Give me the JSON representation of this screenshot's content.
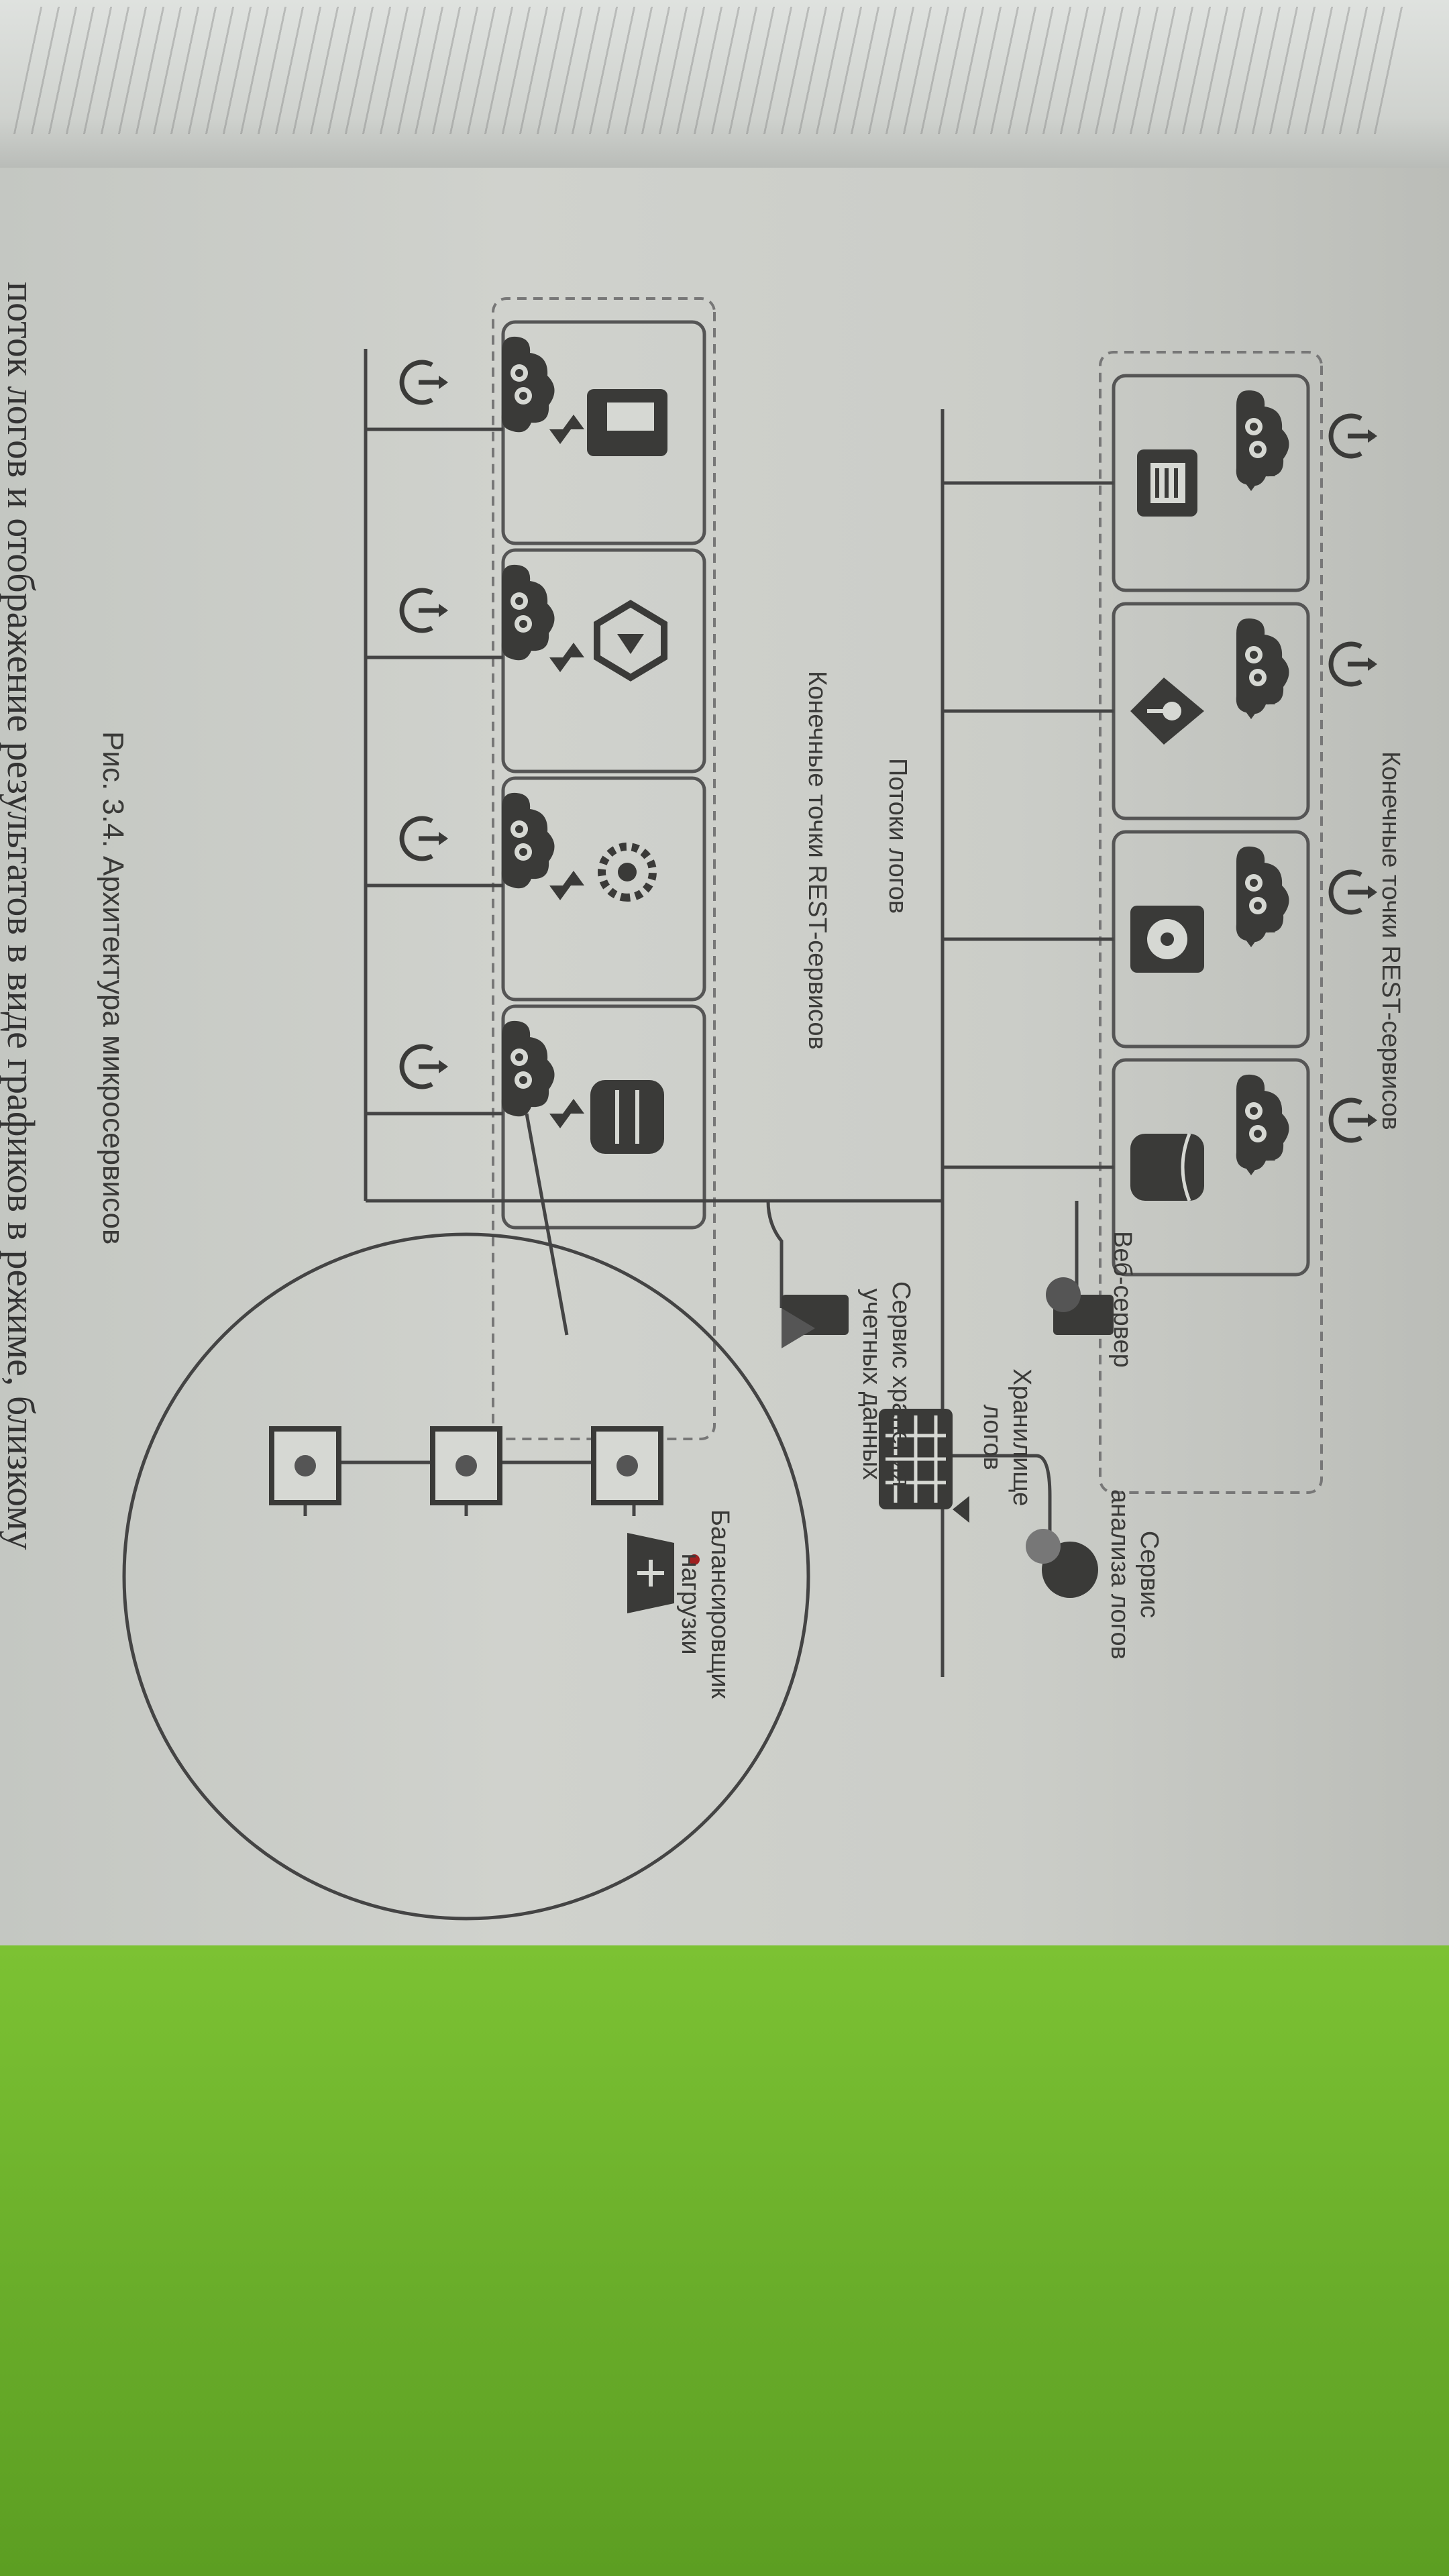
{
  "diagram": {
    "title_top_group": "Конечные точки REST-сервисов",
    "log_streams": "Потоки логов",
    "title_bottom_group": "Конечные точки REST-сервисов",
    "web_server": "Веб-сервер",
    "log_analysis": "Сервис\nанализа логов",
    "log_storage": "Хранилище\nлогов",
    "credentials_service": "Сервис хранения\nучетных данных",
    "load_balancer": "Балансировщик\nнагрузки",
    "caption": "Рис. 3.4. Архитектура микросервисов",
    "body_text": "поток логов и отображение результатов в виде графиков в режиме, близкому"
  },
  "icons": {
    "top_row": [
      "document-icon",
      "map-pin-icon",
      "hard-disk-icon",
      "database-icon"
    ],
    "bottom_row": [
      "server-file-icon",
      "play-hexagon-icon",
      "gear-icon",
      "cylinder-stack-icon"
    ],
    "service": "cloud-gear-icon",
    "endpoint": "power-plug-icon"
  },
  "colors": {
    "table_green": "#6fb42c",
    "paper": "#cbcdc8",
    "ink": "#3a3a38"
  }
}
